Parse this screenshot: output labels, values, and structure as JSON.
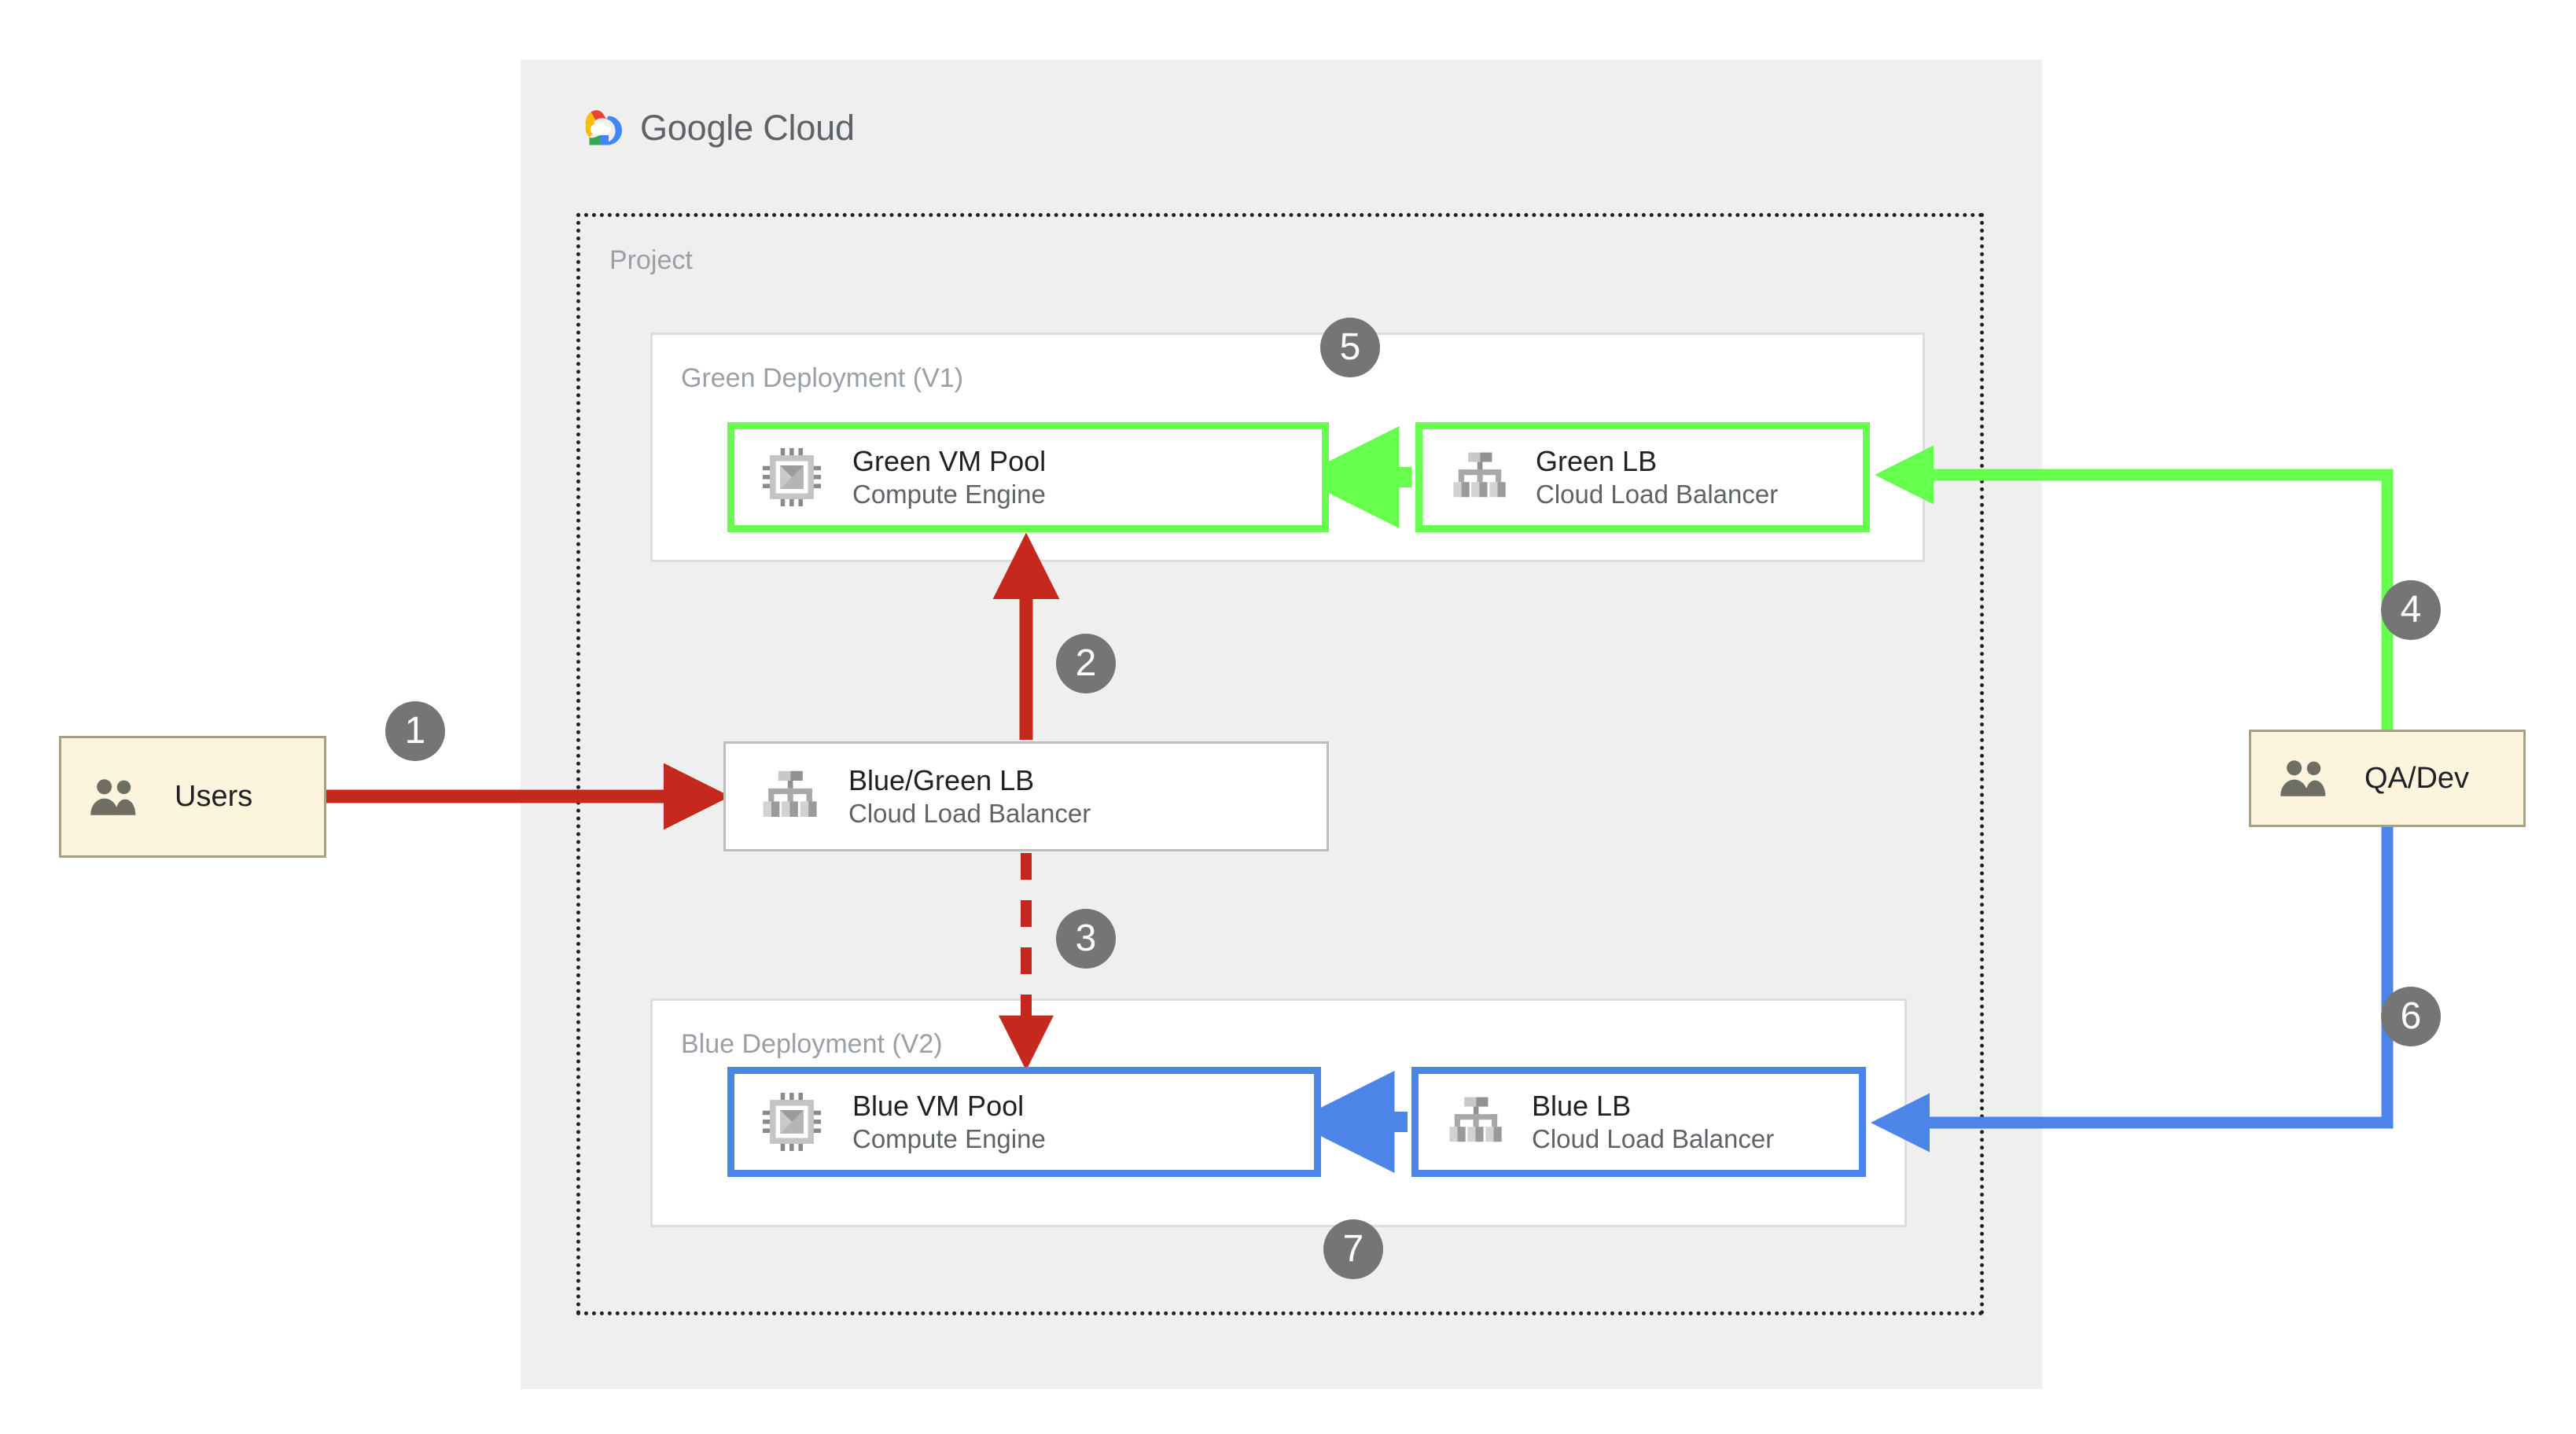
{
  "cloud": {
    "provider_name_part1": "Google",
    "provider_name_part2": "Cloud",
    "logo_icon": "google-cloud-logo-icon",
    "project_label": "Project"
  },
  "deployments": {
    "green": {
      "title": "Green Deployment (V1)",
      "accent_color": "#66FF4D",
      "nodes": [
        {
          "id": "green-vm-pool",
          "title": "Green VM Pool",
          "subtitle": "Compute Engine",
          "icon": "compute-engine-chip-icon"
        },
        {
          "id": "green-lb",
          "title": "Green LB",
          "subtitle": "Cloud Load Balancer",
          "icon": "cloud-load-balancer-icon"
        }
      ]
    },
    "blue": {
      "title": "Blue Deployment (V2)",
      "accent_color": "#4D84E8",
      "nodes": [
        {
          "id": "blue-vm-pool",
          "title": "Blue VM Pool",
          "subtitle": "Compute Engine",
          "icon": "compute-engine-chip-icon"
        },
        {
          "id": "blue-lb",
          "title": "Blue LB",
          "subtitle": "Cloud Load Balancer",
          "icon": "cloud-load-balancer-icon"
        }
      ]
    }
  },
  "router": {
    "id": "blue-green-lb",
    "title": "Blue/Green LB",
    "subtitle": "Cloud Load Balancer",
    "icon": "cloud-load-balancer-icon"
  },
  "actors": [
    {
      "id": "users",
      "label": "Users",
      "icon": "users-group-icon",
      "fill_color": "#FCF4DC"
    },
    {
      "id": "qa-dev",
      "label": "QA/Dev",
      "icon": "users-group-icon",
      "fill_color": "#FCF4DC"
    }
  ],
  "steps": [
    {
      "number": "1",
      "from": "users",
      "to": "blue-green-lb",
      "color": "#C5281C",
      "style": "solid"
    },
    {
      "number": "2",
      "from": "blue-green-lb",
      "to": "green-vm-pool",
      "color": "#C5281C",
      "style": "solid"
    },
    {
      "number": "3",
      "from": "blue-green-lb",
      "to": "blue-vm-pool",
      "color": "#C5281C",
      "style": "dashed"
    },
    {
      "number": "4",
      "from": "qa-dev",
      "to": "green-lb",
      "color": "#66FF4D",
      "style": "solid"
    },
    {
      "number": "5",
      "from": "green-lb",
      "to": "green-vm-pool",
      "color": "#66FF4D",
      "style": "solid"
    },
    {
      "number": "6",
      "from": "qa-dev",
      "to": "blue-lb",
      "color": "#4D84E8",
      "style": "solid"
    },
    {
      "number": "7",
      "from": "blue-lb",
      "to": "blue-vm-pool",
      "color": "#4D84E8",
      "style": "solid"
    }
  ],
  "colors": {
    "panel_bg": "#EFEFEF",
    "badge_bg": "#757575",
    "red": "#C5281C",
    "green": "#66FF4D",
    "blue": "#4D84E8",
    "muted_text": "#9AA0A6",
    "body_text": "#202124",
    "icon_grey": "#9E9E9E"
  }
}
